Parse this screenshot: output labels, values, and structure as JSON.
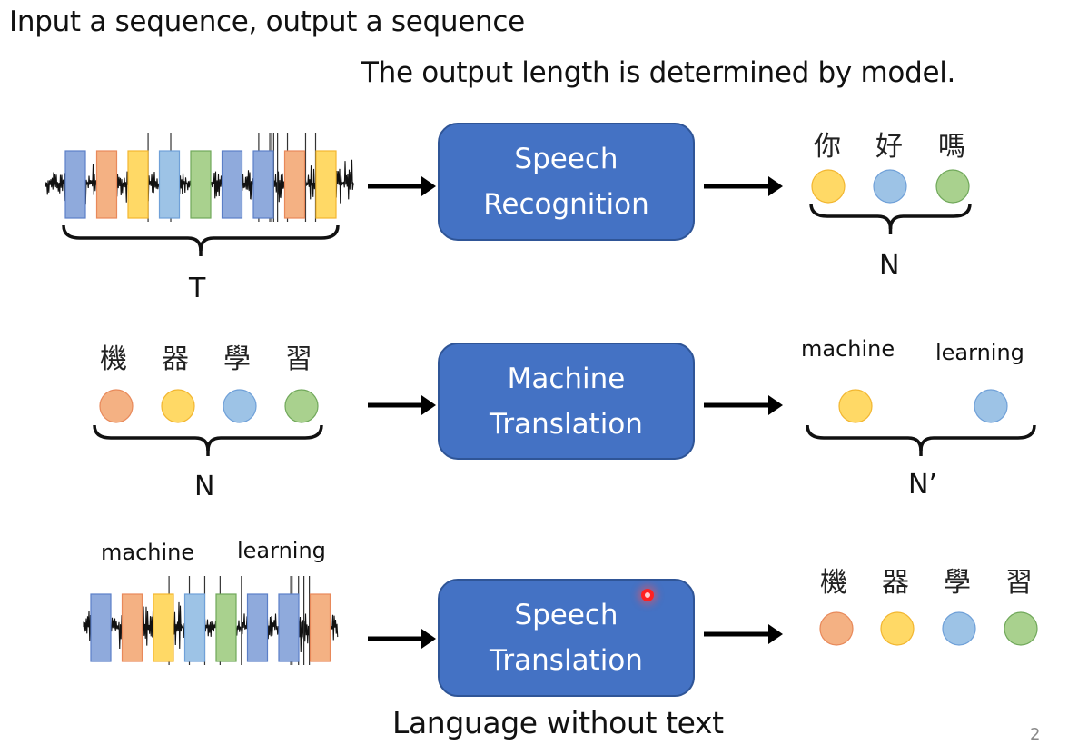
{
  "slide": {
    "title": "Input a sequence, output a sequence",
    "subtitle": "The output length is determined by model.",
    "footer": "Language without text",
    "page_number": "2"
  },
  "colors": {
    "box_fill": "#4472c4",
    "blue": "#8faadc",
    "light_blue": "#9dc3e6",
    "orange": "#f4b183",
    "yellow": "#ffd966",
    "green": "#a9d18e"
  },
  "rows": [
    {
      "task": {
        "line1": "Speech",
        "line2": "Recognition"
      },
      "input": {
        "type": "audio",
        "bars": [
          "blue",
          "orange",
          "yellow",
          "light_blue",
          "green",
          "blue",
          "blue",
          "orange",
          "yellow"
        ],
        "length_label": "T"
      },
      "output": {
        "tokens": [
          "你",
          "好",
          "嗎"
        ],
        "circles": [
          "yellow",
          "light_blue",
          "green"
        ],
        "length_label": "N"
      }
    },
    {
      "task": {
        "line1": "Machine",
        "line2": "Translation"
      },
      "input": {
        "type": "text",
        "tokens": [
          "機",
          "器",
          "學",
          "習"
        ],
        "circles": [
          "orange",
          "yellow",
          "light_blue",
          "green"
        ],
        "length_label": "N"
      },
      "output": {
        "tokens": [
          "machine",
          "learning"
        ],
        "circles": [
          "yellow",
          "light_blue"
        ],
        "length_label": "N’"
      }
    },
    {
      "task": {
        "line1": "Speech",
        "line2": "Translation"
      },
      "input": {
        "type": "audio",
        "words": [
          "machine",
          "learning"
        ],
        "bars": [
          "blue",
          "orange",
          "yellow",
          "light_blue",
          "green",
          "blue",
          "blue",
          "orange"
        ]
      },
      "output": {
        "tokens": [
          "機",
          "器",
          "學",
          "習"
        ],
        "circles": [
          "orange",
          "yellow",
          "light_blue",
          "green"
        ]
      }
    }
  ]
}
